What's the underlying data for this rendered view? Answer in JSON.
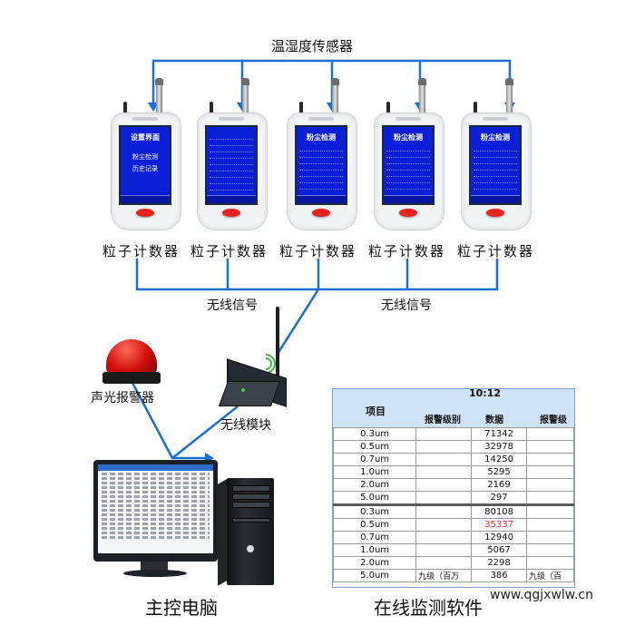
{
  "top_title": "温湿度传感器",
  "device_label": "粒子计数器",
  "wireless_label_left": "无线信号",
  "wireless_label_right": "无线信号",
  "alarm_label": "声光报警器",
  "module_label": "无线模块",
  "computer_label": "主控电脑",
  "software_label": "在线监测软件",
  "watermark": "www.qgjxwlw.cn",
  "devices": [
    {
      "screen_title": "设置界面",
      "menu": [
        "粉尘检测",
        "历史记录"
      ]
    },
    {
      "screen_title": "",
      "menu": []
    },
    {
      "screen_title": "粉尘检测",
      "menu": []
    },
    {
      "screen_title": "粉尘检测",
      "menu": []
    },
    {
      "screen_title": "粉尘检测",
      "menu": []
    }
  ],
  "colors": {
    "line": "#1a6fd1",
    "screen": "#0b1fd8",
    "alarm": "#d10e0a",
    "table_header": "#cfe2f6",
    "highlight": "#e0302a"
  },
  "table": {
    "time": "10:12",
    "col_item": "项目",
    "col_level": "报警级别",
    "col_data": "数据",
    "col_level2": "报警级",
    "rows": [
      {
        "item": "0.3um",
        "level": "",
        "data": "71342",
        "level2": ""
      },
      {
        "item": "0.5um",
        "level": "",
        "data": "32978",
        "level2": ""
      },
      {
        "item": "0.7um",
        "level": "",
        "data": "14250",
        "level2": ""
      },
      {
        "item": "1.0um",
        "level": "",
        "data": "5295",
        "level2": ""
      },
      {
        "item": "2.0um",
        "level": "",
        "data": "2169",
        "level2": ""
      },
      {
        "item": "5.0um",
        "level": "",
        "data": "297",
        "level2": ""
      },
      {
        "item": "0.3um",
        "level": "",
        "data": "80108",
        "level2": ""
      },
      {
        "item": "0.5um",
        "level": "",
        "data": "35337",
        "level2": ""
      },
      {
        "item": "0.7um",
        "level": "",
        "data": "12940",
        "level2": ""
      },
      {
        "item": "1.0um",
        "level": "",
        "data": "5067",
        "level2": ""
      },
      {
        "item": "2.0um",
        "level": "",
        "data": "2298",
        "level2": ""
      },
      {
        "item": "5.0um",
        "level": "九级（百万",
        "data": "386",
        "level2": "九级（百"
      }
    ]
  }
}
